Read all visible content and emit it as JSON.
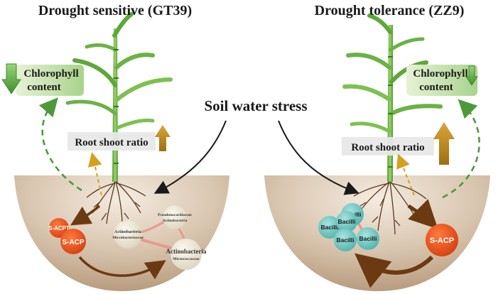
{
  "left": {
    "title": "Drought sensitive (GT39)",
    "chlorophyll_line1": "Chlorophyll",
    "chlorophyll_line2": "content",
    "root_shoot": "Root shoot ratio",
    "sacpt": "S-ACPT",
    "sacp": "S-ACP",
    "taxa": {
      "pseudo": "Pseudonocardiaceae",
      "actino_small": "Actinobacteria",
      "actino_micro_a": "Actinobacteria",
      "micro_a": "Microbacteriaceae",
      "actino_big": "Actinobacteria",
      "microco": "Micrococcaceae"
    }
  },
  "right": {
    "title": "Drought tolerance (ZZ9)",
    "chlorophyll_line1": "Chlorophyll",
    "chlorophyll_line2": "content",
    "root_shoot": "Root shoot ratio",
    "sacp": "S-ACP",
    "bacilli": [
      "Bacilli",
      "Bacilli",
      "Bacilli",
      "Bacilli",
      "Bacilli"
    ]
  },
  "center_label": "Soil water stress",
  "colors": {
    "green_arrow": "#4e9a3b",
    "gold_arrow": "#b8861b",
    "sacp_orange": "#e8501e",
    "bacilli_teal": "#6fc5bf",
    "soil": "#c9b39a",
    "brown_arrow": "#6b3a12",
    "network_pink": "#e79a8c"
  }
}
